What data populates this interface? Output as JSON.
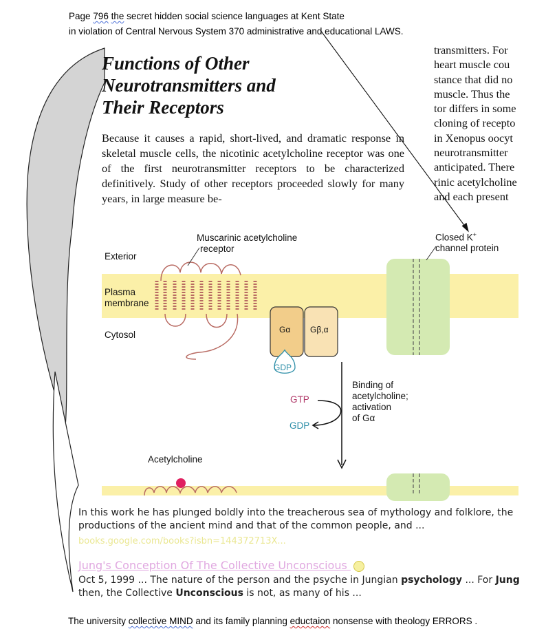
{
  "header": {
    "line1_page": "Page",
    "line1_num": "796",
    "line1_the": "the",
    "line1_rest": "secret hidden  social science  languages  at Kent State",
    "line2": "in violation  of Central Nervous System 370   administrative    and   educational   LAWS."
  },
  "book": {
    "title_lines": [
      "Functions of Other",
      "Neurotransmitters and",
      "Their Receptors"
    ],
    "body_left": "Because it causes a rapid, short-lived, and dramatic response in skeletal muscle cells, the nicotinic acetylcholine receptor was one of the first neurotransmitter receptors to be characterized definitively. Study of other receptors proceeded slowly for many years, in large measure be-",
    "body_right_lines": [
      "transmitters. For",
      "heart muscle cou",
      "stance that did no",
      "muscle. Thus the",
      "tor differs in some",
      "cloning of recepto",
      "in Xenopus oocyt",
      "neurotransmitter",
      "anticipated. There",
      "rinic acetylcholine",
      "and each present"
    ]
  },
  "diagram": {
    "receptor_label_1": "Muscarinic acetylcholine",
    "receptor_label_2": "receptor",
    "exterior": "Exterior",
    "membrane_1": "Plasma",
    "membrane_2": "membrane",
    "cytosol": "Cytosol",
    "channel_label_1": "Closed K",
    "channel_sup": "+",
    "channel_label_2": "channel protein",
    "g_alpha": "Gα",
    "g_beta": "Gβ,α",
    "gdp_bound": "GDP",
    "gtp": "GTP",
    "gdp": "GDP",
    "binding_lines": [
      "Binding of",
      "acetylcholine;",
      "activation",
      "of Gα"
    ],
    "acetylcholine": "Acetylcholine"
  },
  "snippets": {
    "result1_text": "In this work he has plunged boldly into the treacherous sea of mythology and folklore, the productions of the ancient mind and that of the common people, and ...",
    "result1_url": "books.google.com/books?isbn=144372713X...",
    "result2_title": "Jung's Conception Of The Collective Unconscious",
    "result2_date": "Oct 5, 1999",
    "result2_seg1": " ... The nature of the person and the psyche in Jungian ",
    "result2_bold1": "psychology",
    "result2_seg2": " ... For ",
    "result2_bold2": "Jung",
    "result2_seg3": " then, the Collective ",
    "result2_bold3": "Unconscious",
    "result2_seg4": " is not, as many of his ..."
  },
  "footer": {
    "pre": "The university ",
    "w1": "collective  MIND",
    "mid": "    and its   family planning ",
    "w2": "eductaion",
    "post": "  nonsense    with theology ERRORS ."
  },
  "colors": {
    "membrane": "#fbf0a8",
    "channel": "#d4eab2",
    "receptor": "#b86a62",
    "g_protein": "#f2cd8a",
    "gdp": "#2e8fa8",
    "gtp": "#b13a6a",
    "callout_fill": "#d4d4d4"
  }
}
